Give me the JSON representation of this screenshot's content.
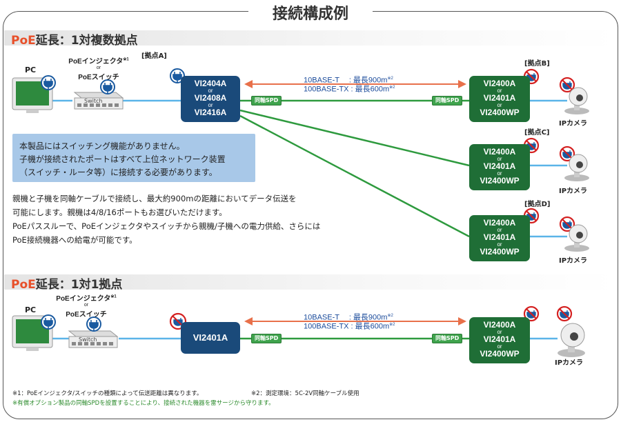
{
  "title": "接続構成例",
  "section1": {
    "title_accent": "PoE",
    "title_rest": "延長：1対複数拠点",
    "pc_label": "PC",
    "injector_label_1": "PoEインジェクタ",
    "injector_note": "※1",
    "or": "or",
    "injector_label_2": "PoEスイッチ",
    "switch_text": "Switch",
    "site_a": "[拠点A]",
    "site_b": "[拠点B]",
    "site_c": "[拠点C]",
    "site_d": "[拠点D]",
    "parent_models": [
      "VI2404A",
      "VI2408A",
      "VI2416A"
    ],
    "child_models": [
      "VI2400A",
      "VI2401A",
      "VI2400WP"
    ],
    "dist_1": "10BASE-T　 : 最長900m",
    "dist_2": "100BASE-TX : 最長600m",
    "dist_note": "※2",
    "spd_label": "同軸SPD",
    "camera_label": "IPカメラ",
    "notice_lines": [
      "本製品にはスイッチング機能がありません。",
      "子機が接続されたポートはすべて上位ネットワーク装置",
      "（スイッチ・ルータ等）に接続する必要があります。"
    ],
    "desc_lines": [
      "親機と子機を同軸ケーブルで接続し、最大約900mの距離においてデータ伝送を",
      "可能にします。親機は4/8/16ポートもお選びいただけます。",
      "PoEパススルーで、PoEインジェクタやスイッチから親機/子機への電力供給、さらには",
      "PoE接続機器への給電が可能です。"
    ]
  },
  "section2": {
    "title_accent": "PoE",
    "title_rest": "延長：1対1拠点",
    "pc_label": "PC",
    "injector_label_1": "PoEインジェクタ",
    "injector_note": "※1",
    "or": "or",
    "injector_label_2": "PoEスイッチ",
    "switch_text": "Switch",
    "parent_model": "VI2401A",
    "child_models": [
      "VI2400A",
      "VI2401A",
      "VI2400WP"
    ],
    "dist_1": "10BASE-T　 : 最長900m",
    "dist_2": "100BASE-TX : 最長600m",
    "dist_note": "※2",
    "spd_label": "同軸SPD",
    "camera_label": "IPカメラ"
  },
  "footnotes": {
    "note1": "※1：PoEインジェクタ/スイッチの種類によって伝送距離は異なります。",
    "note2": "※2：測定環境：5C-2V同軸ケーブル使用",
    "note3": "※有償オプション製品の同軸SPDを設置することにより、接続された機器を雷サージから守ります。"
  },
  "colors": {
    "parent_blue": "#1a4a7a",
    "child_green": "#1f6e36",
    "coax_green": "#2e9a3e",
    "lan_blue": "#5ab4e8",
    "arrow_orange": "#e8704a",
    "accent_orange": "#e8502a",
    "notice_bg": "#a8c8e8",
    "no_power_red": "#d42020"
  },
  "icons": [
    "monitor-icon",
    "switch-icon",
    "power-plug-icon",
    "no-power-icon",
    "ip-camera-icon",
    "spd-icon",
    "double-arrow-icon"
  ]
}
